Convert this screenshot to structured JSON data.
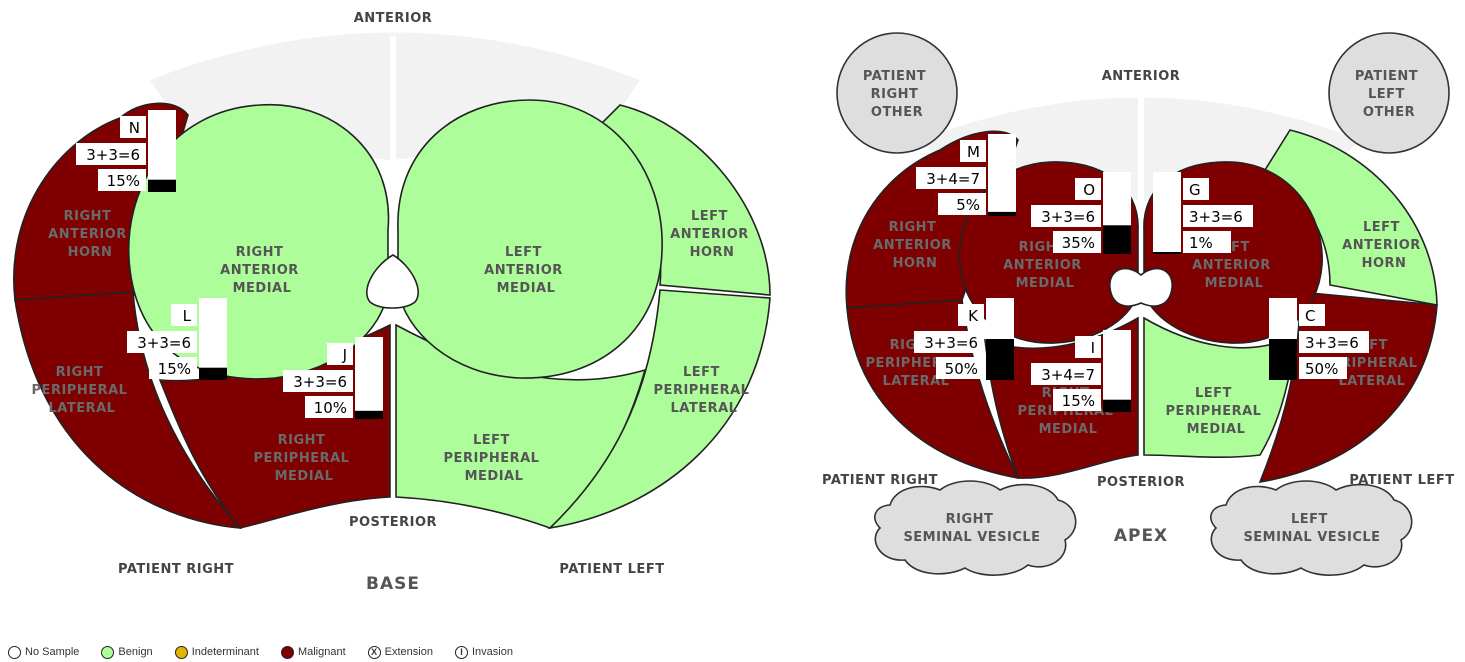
{
  "colors": {
    "benign": "#adfe9b",
    "malignant": "#7e0000",
    "indeterminant": "#e2b400",
    "no_sample": "#ffffff",
    "other_region": "#dedede"
  },
  "base": {
    "anterior": "ANTERIOR",
    "posterior": "POSTERIOR",
    "patient_right": "PATIENT RIGHT",
    "patient_left": "PATIENT LEFT",
    "title": "BASE",
    "zones": {
      "right_anterior_horn": [
        "RIGHT",
        "ANTERIOR",
        "HORN"
      ],
      "right_anterior_medial": [
        "RIGHT",
        "ANTERIOR",
        "MEDIAL"
      ],
      "left_anterior_medial": [
        "LEFT",
        "ANTERIOR",
        "MEDIAL"
      ],
      "left_anterior_horn": [
        "LEFT",
        "ANTERIOR",
        "HORN"
      ],
      "right_peripheral_lateral": [
        "RIGHT",
        "PERIPHERAL",
        "LATERAL"
      ],
      "right_peripheral_medial": [
        "RIGHT",
        "PERIPHERAL",
        "MEDIAL"
      ],
      "left_peripheral_medial": [
        "LEFT",
        "PERIPHERAL",
        "MEDIAL"
      ],
      "left_peripheral_lateral": [
        "LEFT",
        "PERIPHERAL",
        "LATERAL"
      ]
    },
    "zone_status": {
      "right_anterior_horn": "Malignant",
      "right_anterior_medial": "Benign",
      "left_anterior_medial": "Benign",
      "left_anterior_horn": "Benign",
      "right_peripheral_lateral": "Malignant",
      "right_peripheral_medial": "Malignant",
      "left_peripheral_medial": "Benign",
      "left_peripheral_lateral": "Benign"
    },
    "cores": [
      {
        "id": "N",
        "gleason": "3+3=6",
        "percent": "15%",
        "fraction": 0.15
      },
      {
        "id": "L",
        "gleason": "3+3=6",
        "percent": "15%",
        "fraction": 0.15
      },
      {
        "id": "J",
        "gleason": "3+3=6",
        "percent": "10%",
        "fraction": 0.1
      }
    ]
  },
  "apex": {
    "anterior": "ANTERIOR",
    "posterior": "POSTERIOR",
    "patient_right": "PATIENT RIGHT",
    "patient_left": "PATIENT LEFT",
    "title": "APEX",
    "zones": {
      "right_anterior_horn": [
        "RIGHT",
        "ANTERIOR",
        "HORN"
      ],
      "right_anterior_medial": [
        "RIGHT",
        "ANTERIOR",
        "MEDIAL"
      ],
      "left_anterior_medial": [
        "LEFT",
        "ANTERIOR",
        "MEDIAL"
      ],
      "left_anterior_horn": [
        "LEFT",
        "ANTERIOR",
        "HORN"
      ],
      "right_peripheral_lateral": [
        "RIGHT",
        "PERIPHERAL",
        "LATERAL"
      ],
      "right_peripheral_medial": [
        "RIGHT",
        "PERIPHERAL",
        "MEDIAL"
      ],
      "left_peripheral_medial": [
        "LEFT",
        "PERIPHERAL",
        "MEDIAL"
      ],
      "left_peripheral_lateral": [
        "LEFT",
        "PERIPHERAL",
        "LATERAL"
      ]
    },
    "zone_status": {
      "right_anterior_horn": "Malignant",
      "right_anterior_medial": "Malignant",
      "left_anterior_medial": "Malignant",
      "left_anterior_horn": "Benign",
      "right_peripheral_lateral": "Malignant",
      "right_peripheral_medial": "Malignant",
      "left_peripheral_medial": "Benign",
      "left_peripheral_lateral": "Malignant"
    },
    "other": {
      "patient_right_other": [
        "PATIENT",
        "RIGHT",
        "OTHER"
      ],
      "patient_left_other": [
        "PATIENT",
        "LEFT",
        "OTHER"
      ],
      "right_seminal_vesicle": [
        "RIGHT",
        "SEMINAL VESICLE"
      ],
      "left_seminal_vesicle": [
        "LEFT",
        "SEMINAL VESICLE"
      ]
    },
    "cores": [
      {
        "id": "M",
        "gleason": "3+4=7",
        "percent": "5%",
        "fraction": 0.05
      },
      {
        "id": "O",
        "gleason": "3+3=6",
        "percent": "35%",
        "fraction": 0.35
      },
      {
        "id": "G",
        "gleason": "3+3=6",
        "percent": "1%",
        "fraction": 0.01
      },
      {
        "id": "K",
        "gleason": "3+3=6",
        "percent": "50%",
        "fraction": 0.5
      },
      {
        "id": "I",
        "gleason": "3+4=7",
        "percent": "15%",
        "fraction": 0.15
      },
      {
        "id": "C",
        "gleason": "3+3=6",
        "percent": "50%",
        "fraction": 0.5
      }
    ]
  },
  "legend": [
    {
      "label": "No Sample",
      "icon": "empty-circle"
    },
    {
      "label": "Benign",
      "icon": "green-circle"
    },
    {
      "label": "Indeterminant",
      "icon": "amber-circle"
    },
    {
      "label": "Malignant",
      "icon": "red-circle"
    },
    {
      "label": "Extension",
      "icon": "x-circle"
    },
    {
      "label": "Invasion",
      "icon": "i-circle"
    }
  ]
}
